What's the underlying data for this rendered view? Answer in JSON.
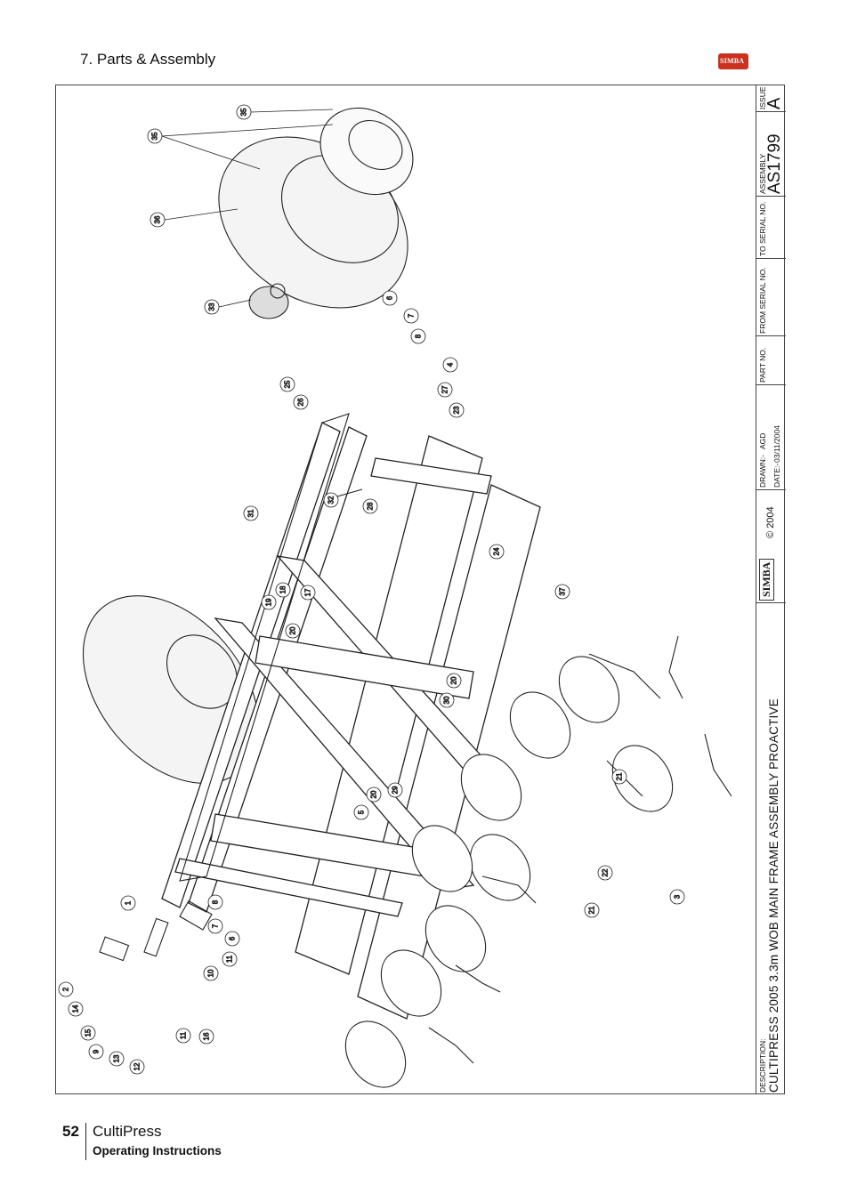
{
  "header": {
    "section_title": "7. Parts & Assembly",
    "logo_text": "SIMBA",
    "brand_color": "#c8321e"
  },
  "title_block": {
    "issue_label": "ISSUE",
    "issue_value": "A",
    "assembly_label": "ASSEMBLY",
    "assembly_value": "AS1799",
    "to_serial_label": "TO SERIAL NO.",
    "from_serial_label": "FROM SERIAL NO.",
    "part_no_label": "PART NO.",
    "drawn_label": "DRAWN:-",
    "drawn_value": "AGD",
    "date_label": "DATE:-",
    "date_value": "03/11/2004",
    "logo_text": "SIMBA",
    "copyright": "© 2004",
    "description_label": "DESCRIPTION:",
    "description_value": "CULTIPRESS 2005 3.3m WOB MAIN FRAME ASSEMBLY PROACTIVE"
  },
  "callouts": [
    "35",
    "35",
    "36",
    "33",
    "6",
    "7",
    "8",
    "4",
    "25",
    "26",
    "27",
    "23",
    "32",
    "28",
    "31",
    "24",
    "19",
    "18",
    "17",
    "37",
    "20",
    "20",
    "30",
    "21",
    "22",
    "29",
    "20",
    "5",
    "21",
    "3",
    "1",
    "8",
    "7",
    "6",
    "11",
    "10",
    "2",
    "14",
    "15",
    "9",
    "13",
    "12",
    "11",
    "16"
  ],
  "footer": {
    "page_number": "52",
    "product": "CultiPress",
    "subtitle": "Operating Instructions"
  }
}
